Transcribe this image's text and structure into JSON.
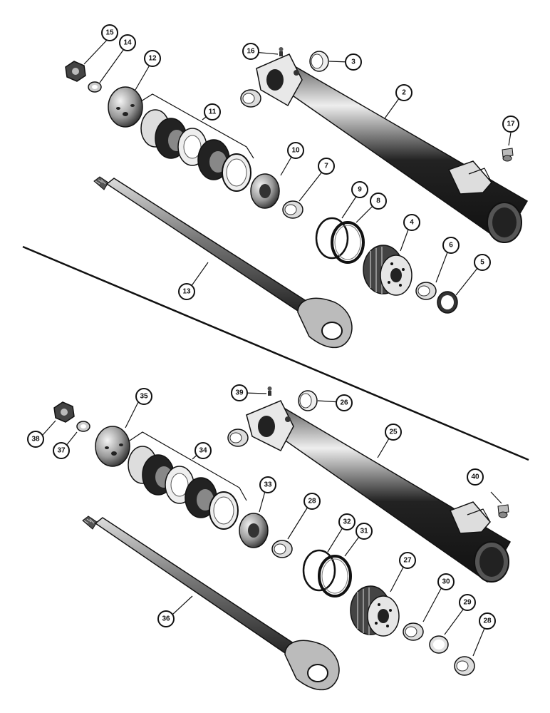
{
  "callouts": {
    "c2": "2",
    "c3": "3",
    "c4": "4",
    "c5": "5",
    "c6": "6",
    "c7": "7",
    "c8": "8",
    "c9": "9",
    "c10": "10",
    "c11": "11",
    "c12": "12",
    "c13": "13",
    "c14": "14",
    "c15": "15",
    "c16": "16",
    "c17": "17",
    "c25": "25",
    "c26": "26",
    "c27": "27",
    "c28a": "28",
    "c28b": "28",
    "c29": "29",
    "c30": "30",
    "c31": "31",
    "c32": "32",
    "c33": "33",
    "c34": "34",
    "c35": "35",
    "c36": "36",
    "c37": "37",
    "c38": "38",
    "c39": "39",
    "c40": "40"
  }
}
